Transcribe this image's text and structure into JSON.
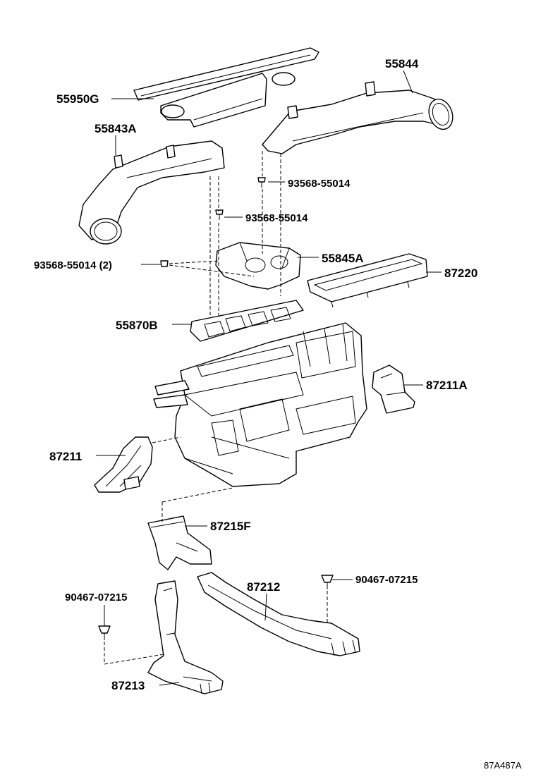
{
  "labels": {
    "p55950g": "55950G",
    "p55844": "55844",
    "p55843a": "55843A",
    "p93568_a": "93568-55014",
    "p93568_b": "93568-55014",
    "p93568_c": "93568-55014 (2)",
    "p55845a": "55845A",
    "p87220": "87220",
    "p55870b": "55870B",
    "p87211a": "87211A",
    "p87211": "87211",
    "p87215f": "87215F",
    "p87212": "87212",
    "p90467_a": "90467-07215",
    "p90467_b": "90467-07215",
    "p87213": "87213"
  },
  "diagram_code": "87A487A"
}
